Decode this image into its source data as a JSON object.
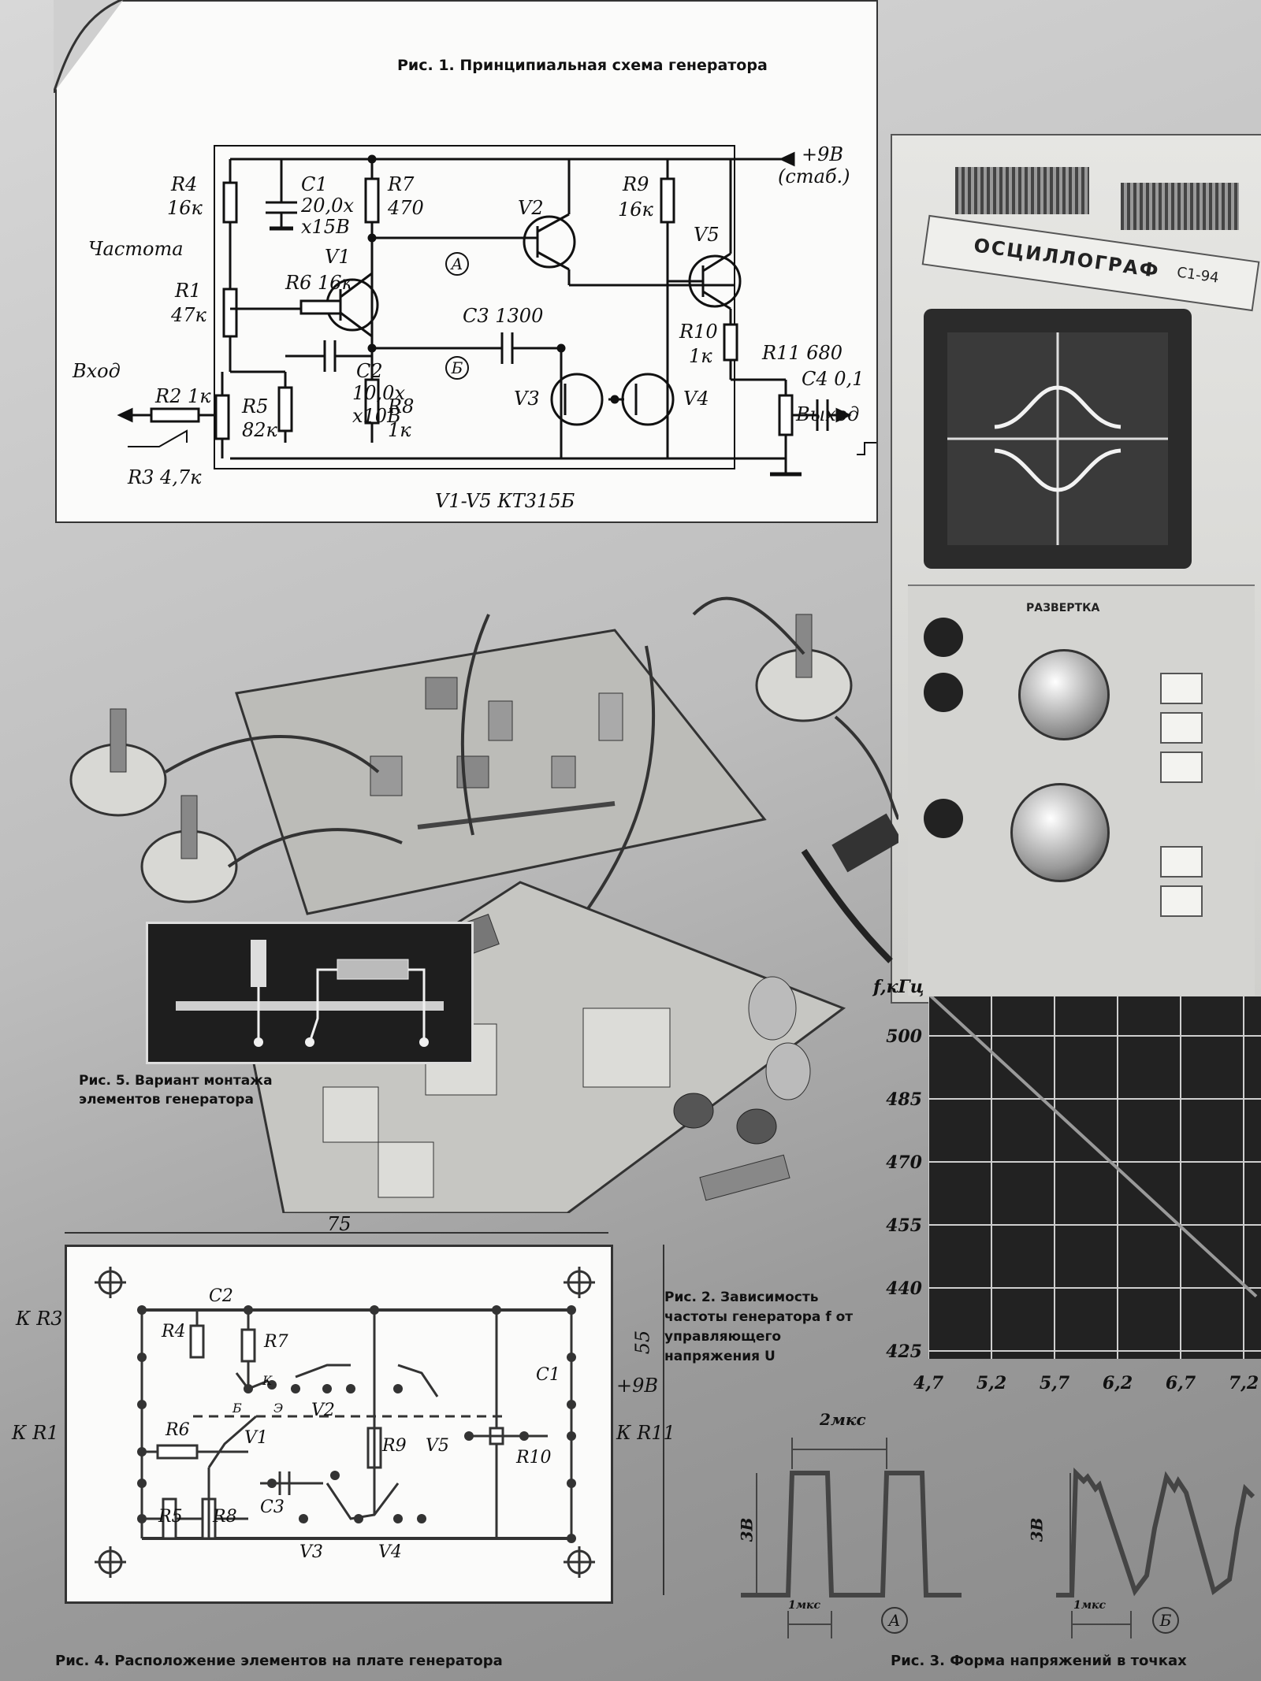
{
  "fig1": {
    "caption": "Рис. 1. Принципиальная схема генератора",
    "labels": {
      "vplus": "+9В",
      "vstab": "(стаб.)",
      "freq": "Частота",
      "input": "Вход",
      "output": "Выход",
      "transistors": "V1-V5  КТ315Б",
      "r4": "R4",
      "r4v": "16к",
      "c1": "C1",
      "c1v": "20,0х",
      "c1v2": "х15В",
      "r7": "R7",
      "r7v": "470",
      "v1": "V1",
      "v2": "V2",
      "v3": "V3",
      "v4": "V4",
      "v5": "V5",
      "r9": "R9",
      "r9v": "16к",
      "r1": "R1",
      "r1v": "47к",
      "r6": "R6 16к",
      "c3": "C3 1300",
      "r10": "R10",
      "r10v": "1к",
      "r11": "R11 680",
      "c2": "C2",
      "c2v": "10,0х",
      "c2v2": "х10В",
      "r2": "R2 1к",
      "r5": "R5",
      "r5v": "82к",
      "r8": "R8",
      "r8v": "1к",
      "c4": "C4 0,1",
      "r3": "R3 4,7к",
      "pa": "А",
      "pb": "Б"
    }
  },
  "scope": {
    "brand": "ОСЦИЛЛОГРАФ",
    "model": "С1-94",
    "sweep": "РАЗВЕРТКА"
  },
  "fig5": {
    "caption": "Рис. 5. Вариант монтажа элементов генератора"
  },
  "fig2": {
    "caption": "Рис. 2. Зависимость частоты генератора f от управляющего напряжения U"
  },
  "chart_data": {
    "type": "line",
    "ylabel": "f,кГц",
    "x": [
      4.7,
      5.2,
      5.7,
      6.2,
      6.7,
      7.2
    ],
    "x_ticks": [
      "4,7",
      "5,2",
      "5,7",
      "6,2",
      "6,7",
      "7,2"
    ],
    "y_ticks": [
      "425",
      "440",
      "455",
      "470",
      "485",
      "500"
    ],
    "ylim": [
      425,
      510
    ],
    "xlim": [
      4.7,
      7.3
    ],
    "grid": true,
    "series": [
      {
        "x": [
          4.7,
          7.3
        ],
        "y": [
          510,
          438
        ]
      }
    ]
  },
  "fig3": {
    "caption": "Рис. 3. Форма напряжений в точках",
    "period": "2мкс",
    "width": "1мкс",
    "amp": "3В",
    "pointA": "А",
    "pointB": "Б"
  },
  "fig4": {
    "caption": "Рис. 4. Расположение элементов на плате генератора",
    "dim_w": "75",
    "dim_h": "55",
    "kr3": "К R3",
    "kr1": "К R1",
    "kr11": "К R11",
    "plus9": "+9В",
    "c2": "C2",
    "r4": "R4",
    "r7": "R7",
    "c1": "C1",
    "r6": "R6",
    "v1": "V1",
    "v2": "V2",
    "r9": "R9",
    "v5": "V5",
    "r10": "R10",
    "c3": "C3",
    "r5": "R5",
    "r8": "R8",
    "v3": "V3",
    "v4": "V4",
    "k": "К",
    "b": "Б",
    "e": "Э"
  }
}
